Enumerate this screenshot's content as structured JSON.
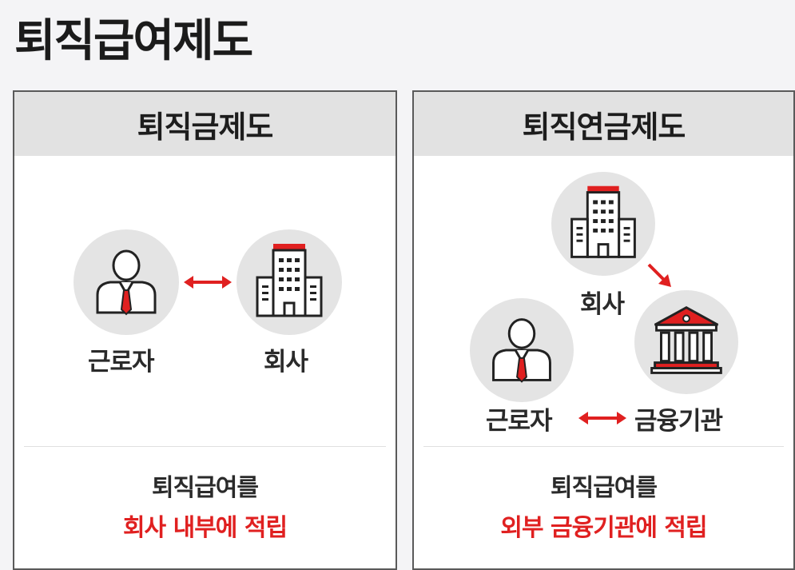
{
  "title": "퇴직급여제도",
  "left_panel": {
    "heading": "퇴직금제도",
    "worker_label": "근로자",
    "company_label": "회사",
    "desc_line1": "퇴직급여를",
    "desc_line2": "회사 내부에 적립"
  },
  "right_panel": {
    "heading": "퇴직연금제도",
    "company_label": "회사",
    "worker_label": "근로자",
    "institution_label": "금융기관",
    "desc_line1": "퇴직급여를",
    "desc_line2": "외부 금융기관에 적립"
  },
  "colors": {
    "accent": "#e02020",
    "circle": "#e4e4e4",
    "icon_stroke": "#222222"
  },
  "icons": [
    "worker-icon",
    "building-icon",
    "bank-icon",
    "double-arrow-icon",
    "diagonal-arrow-icon"
  ]
}
